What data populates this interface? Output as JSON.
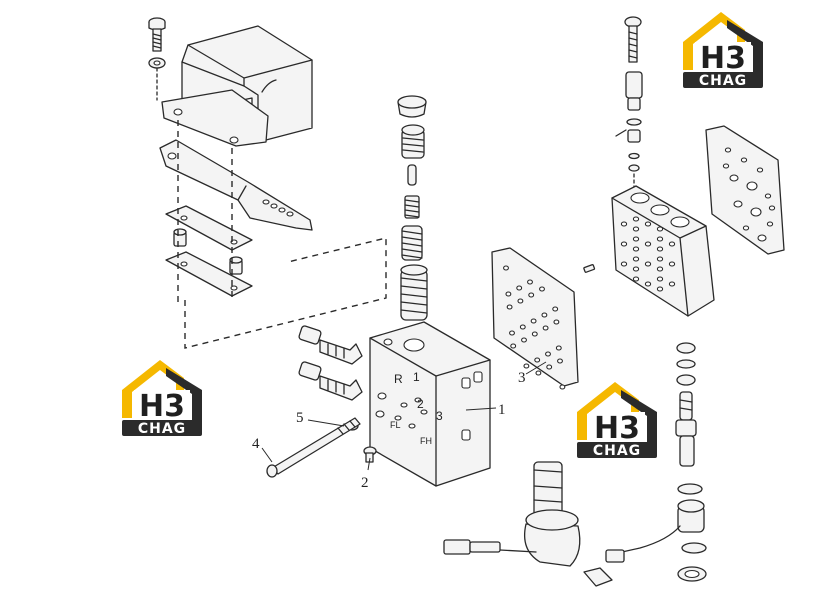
{
  "callouts": {
    "c1": "1",
    "c2": "2",
    "c3": "3",
    "c4": "4",
    "c5": "5"
  },
  "block_marks": {
    "r": "R",
    "one": "1",
    "two": "2",
    "three": "3",
    "fl": "FL",
    "fh": "FH"
  },
  "watermark": {
    "symbol": "H3",
    "name": "CHAG",
    "accent_color": "#f5b800",
    "dark_color": "#2b2b2b"
  }
}
